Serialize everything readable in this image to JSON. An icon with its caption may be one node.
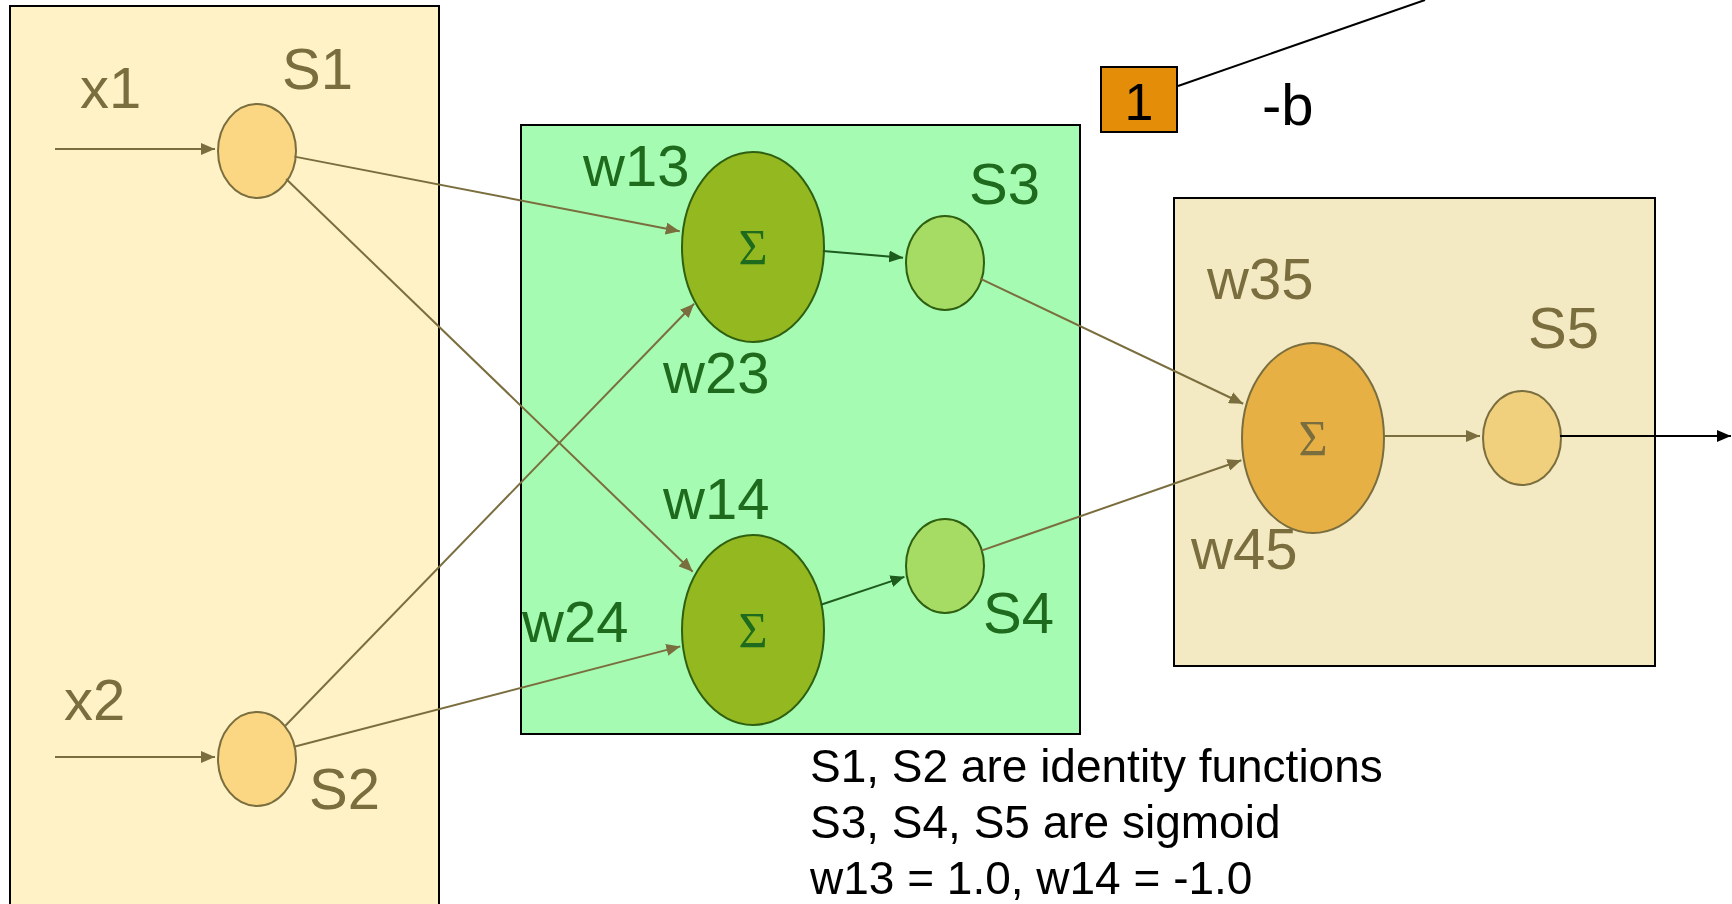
{
  "diagram": {
    "nodes": [
      {
        "text": [],
        "shape": "box"
      },
      {
        "text": [],
        "shape": "circle",
        "in": 0,
        "beside": [
          "S1"
        ]
      },
      {
        "text": [],
        "shape": "circle",
        "in": 0,
        "beside": [
          "S2"
        ]
      },
      {
        "text": [],
        "shape": "box"
      },
      {
        "text": [
          "Σ"
        ],
        "in": 3
      },
      {
        "text": [],
        "shape": "circle",
        "in": 3,
        "beside": [
          "S3"
        ]
      },
      {
        "text": [
          "Σ"
        ],
        "in": 3
      },
      {
        "text": [],
        "shape": "circle",
        "in": 3,
        "beside": [
          "S4"
        ]
      },
      {
        "text": [
          "1"
        ]
      },
      {
        "text": [],
        "shape": "box"
      },
      {
        "text": [
          "Σ"
        ],
        "in": 9
      },
      {
        "text": [],
        "shape": "circle",
        "in": 9,
        "beside": [
          "S5"
        ]
      }
    ],
    "edges": [
      {
        "from": null,
        "to": 1,
        "arrow": "to",
        "label": "x1"
      },
      {
        "from": null,
        "to": 2,
        "arrow": "to",
        "label": "x2"
      },
      {
        "from": 1,
        "to": 4,
        "arrow": "to",
        "label": "w13"
      },
      {
        "from": 1,
        "to": 6,
        "arrow": "to",
        "label": "w14"
      },
      {
        "from": 2,
        "to": 4,
        "arrow": "to",
        "label": "w23"
      },
      {
        "from": 2,
        "to": 6,
        "arrow": "to",
        "label": "w24"
      },
      {
        "from": 4,
        "to": 5,
        "arrow": "to",
        "color": "#1e5c1e"
      },
      {
        "from": 6,
        "to": 7,
        "arrow": "to",
        "color": "#1e5c1e"
      },
      {
        "from": 5,
        "to": 10,
        "arrow": "to",
        "label": "w35"
      },
      {
        "from": 7,
        "to": 10,
        "arrow": "to",
        "label": "w45"
      },
      {
        "from": 10,
        "to": 11,
        "arrow": "to"
      },
      {
        "from": 11,
        "to": null,
        "arrow": "to",
        "color": "#000000"
      },
      {
        "from": 8,
        "to": null,
        "arrow": "none",
        "label": "-b",
        "color": "#000000"
      }
    ],
    "labels": [
      "S1, S2 are identity functions",
      "S3, S4, S5 are sigmoid",
      "w13 = 1.0, w14 = -1.0"
    ]
  }
}
